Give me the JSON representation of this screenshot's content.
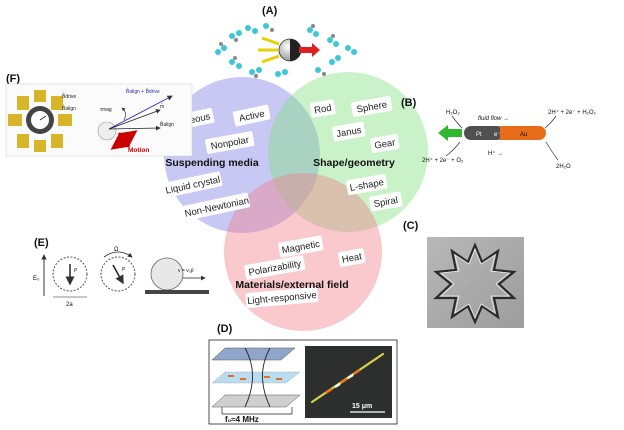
{
  "panel_labels": {
    "a": "(A)",
    "b": "(B)",
    "c": "(C)",
    "d": "(D)",
    "e": "(E)",
    "f": "(F)"
  },
  "venn": {
    "suspending": {
      "title": "Suspending media",
      "words": [
        "Aqueous",
        "Active",
        "Nonpolar",
        "Liquid crystal",
        "Non-Newtonian"
      ],
      "color": "#7b7be6"
    },
    "shape": {
      "title": "Shape/geometry",
      "words": [
        "Rod",
        "Sphere",
        "Janus",
        "Gear",
        "L-shape",
        "Spiral"
      ],
      "color": "#7fe07f"
    },
    "materials": {
      "title": "Materials/external field",
      "words": [
        "Magnetic",
        "Polarizability",
        "Heat",
        "Light-responsive"
      ],
      "color": "#f07f8a"
    }
  },
  "panel_b": {
    "h2o2": "H₂O₂",
    "fluid_flow": "fluid flow →",
    "top_right": "2H⁺ + 2e⁻ + H₂O₂",
    "bottom_left": "2H⁺ + 2e⁻ + O₂",
    "bottom_right": "2H₂O",
    "h_plus": "H⁺ →",
    "pt": "Pt",
    "e_minus": "e⁻",
    "au": "Au"
  },
  "panel_d": {
    "frequency": "f₀≈4 MHz",
    "scale": "15 μm"
  },
  "panel_e": {
    "field": "E₀",
    "p": "P",
    "width": "2a",
    "omega": "Ω",
    "velocity": "v = v₀p̂"
  },
  "panel_f": {
    "drive": "B̂drive",
    "align": "B̂align",
    "sum": "B̂align + B̂drive",
    "torque": "τmag",
    "motion": "Motion",
    "m": "m̂"
  }
}
